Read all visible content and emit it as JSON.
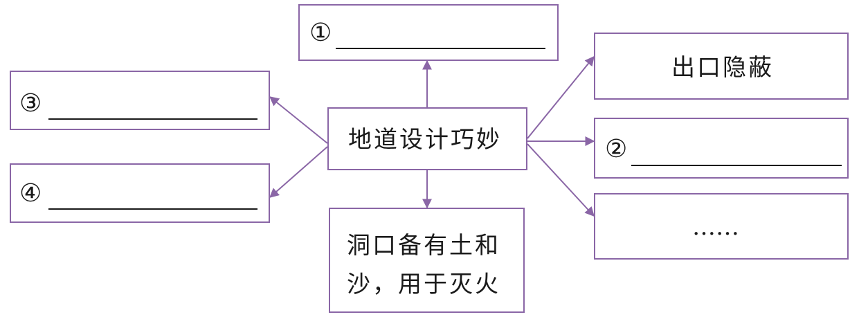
{
  "center": {
    "text": "地道设计巧妙"
  },
  "top_box": {
    "number": "①"
  },
  "right_top_box": {
    "text": "出口隐蔽"
  },
  "right_mid_box": {
    "number": "②"
  },
  "right_bottom_box": {
    "text": "……"
  },
  "left_top_box": {
    "number": "③"
  },
  "left_bottom_box": {
    "number": "④"
  },
  "bottom_box": {
    "line1": "洞口备有土和",
    "line2": "沙，用于灭火"
  },
  "colors": {
    "border": "#8a66a6",
    "text": "#1a1a1a"
  }
}
